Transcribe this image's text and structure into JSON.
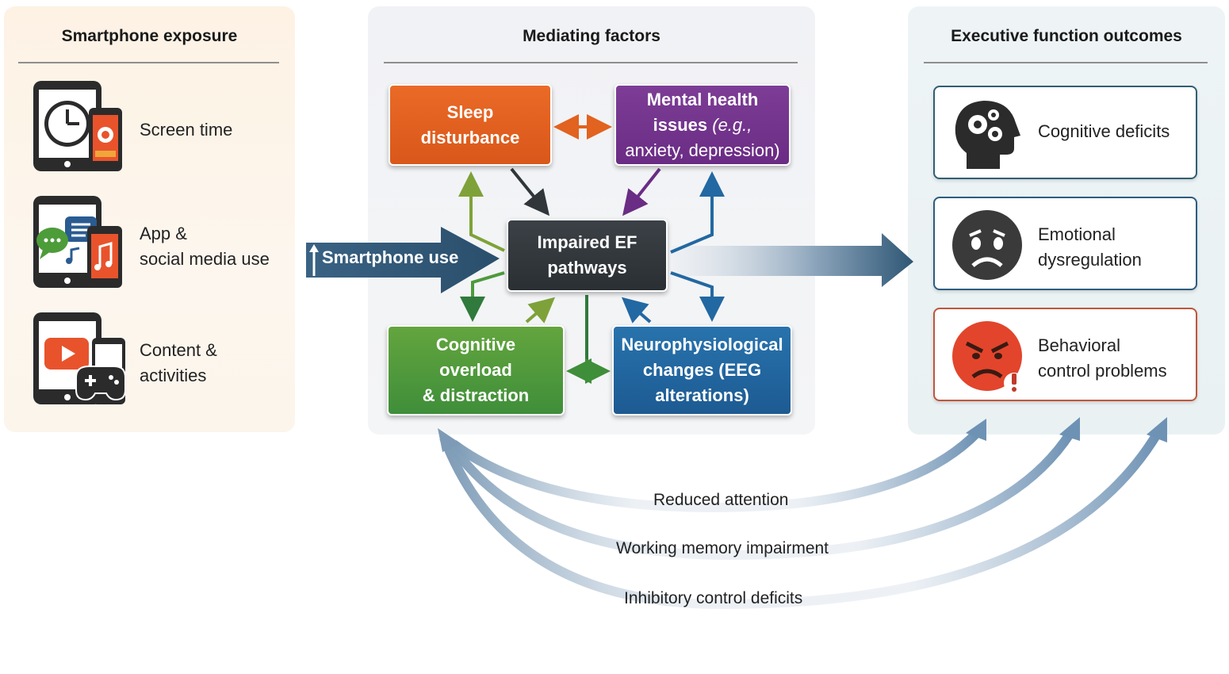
{
  "panels": {
    "exposure": {
      "title": "Smartphone exposure",
      "items": [
        {
          "icon": "screen-time-icon",
          "label_lines": [
            "Screen time"
          ]
        },
        {
          "icon": "social-media-icon",
          "label_lines": [
            "App &",
            "social media use"
          ]
        },
        {
          "icon": "content-activities-icon",
          "label_lines": [
            "Content &",
            "activities"
          ]
        }
      ]
    },
    "mediating": {
      "title": "Mediating factors",
      "sleep": [
        "Sleep",
        "disturbance"
      ],
      "mental": {
        "line1": "Mental health",
        "line2_bold": "issues",
        "line2_rest": " (e.g.,",
        "line3": "anxiety, depression)"
      },
      "center": [
        "Impaired EF",
        "pathways"
      ],
      "cognitive": [
        "Cognitive",
        "overload",
        "& distraction"
      ],
      "neuro": [
        "Neurophysiological",
        "changes (EEG",
        "alterations)"
      ]
    },
    "outcomes": {
      "title": "Executive function outcomes",
      "items": [
        {
          "icon": "head-gears-icon",
          "label_lines": [
            "Cognitive deficits"
          ],
          "border": "#2f5f74"
        },
        {
          "icon": "sad-face-icon",
          "label_lines": [
            "Emotional",
            "dysregulation"
          ],
          "border": "#2c5d80"
        },
        {
          "icon": "angry-face-icon",
          "label_lines": [
            "Behavioral",
            "control problems"
          ],
          "border": "#c0563a"
        }
      ]
    }
  },
  "input_arrow": {
    "label": "Smartphone use"
  },
  "feedback_curves": [
    "Reduced attention",
    "Working memory impairment",
    "Inhibitory control deficits"
  ],
  "colors": {
    "sleep": "#e2621f",
    "mental": "#74358e",
    "center": "#30363a",
    "cognitive": "#4e9a3c",
    "neuro": "#2268a2",
    "arrow_blue": "#2e5775"
  }
}
